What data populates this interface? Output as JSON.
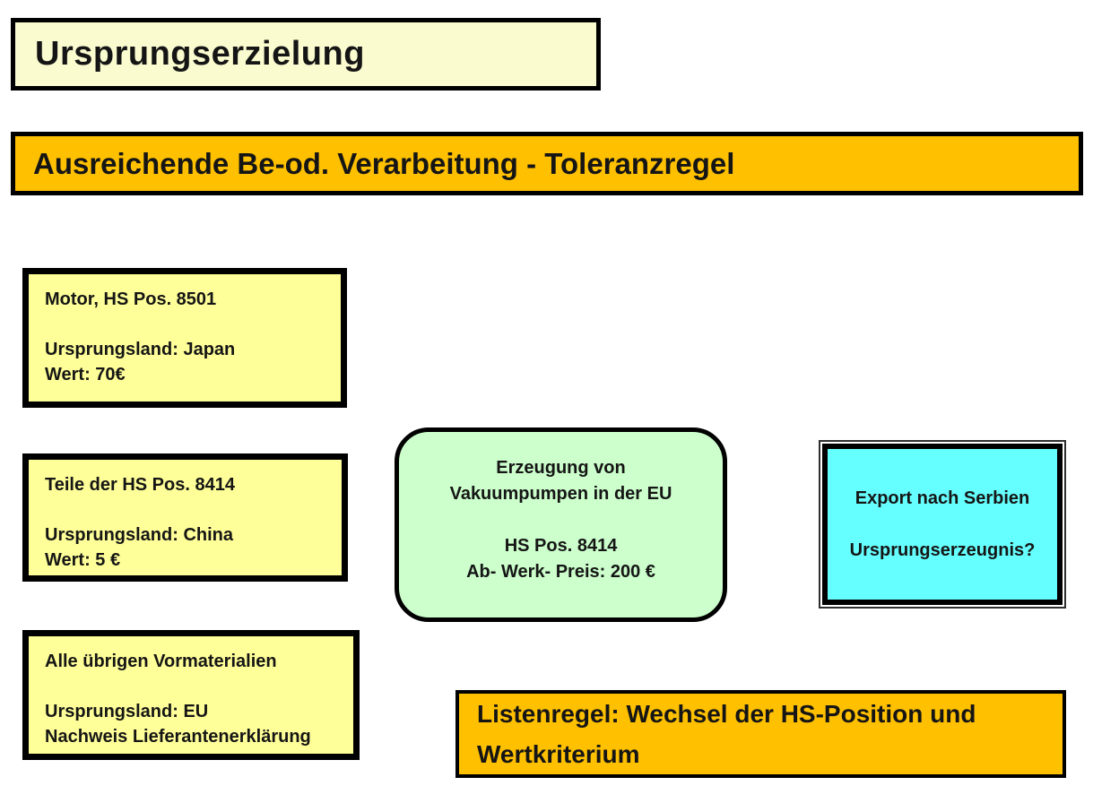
{
  "slide": {
    "background": "#FFFFFF"
  },
  "title_box": {
    "text": "Ursprungserzielung",
    "bg_color": "#FBFBD0"
  },
  "header_banner": {
    "text": "Ausreichende Be-od. Verarbeitung - Toleranzregel",
    "bg_color": "#FFC000"
  },
  "material_boxes": [
    {
      "title": "Motor, HS Pos. 8501",
      "lines": [
        "Ursprungsland: Japan",
        "Wert: 70€"
      ],
      "bg_color": "#FFFF99"
    },
    {
      "title": "Teile der HS Pos. 8414",
      "lines": [
        "Ursprungsland: China",
        "Wert: 5 €"
      ],
      "bg_color": "#FFFF99"
    },
    {
      "title": "Alle übrigen Vormaterialien",
      "lines": [
        "Ursprungsland: EU",
        "Nachweis Lieferantenerklärung"
      ],
      "bg_color": "#FFFF99"
    }
  ],
  "process_box": {
    "lines": [
      "Erzeugung von",
      "Vakuumpumpen in der EU",
      "",
      "HS Pos. 8414",
      "Ab- Werk- Preis: 200 €"
    ],
    "bg_color": "#CCFFCC"
  },
  "export_box": {
    "lines": [
      "Export nach Serbien",
      "",
      "Ursprungserzeugnis?"
    ],
    "bg_color": "#66FFFF"
  },
  "rule_banner": {
    "text": "Listenregel: Wechsel der HS-Position und Wertkriterium",
    "bg_color": "#FFC000"
  },
  "colors": {
    "border": "#000000",
    "text": "#151515",
    "accent_orange": "#FFC000",
    "pale_yellow": "#FBFBD0",
    "note_yellow": "#FFFF99",
    "process_green": "#CCFFCC",
    "export_cyan": "#66FFFF"
  }
}
